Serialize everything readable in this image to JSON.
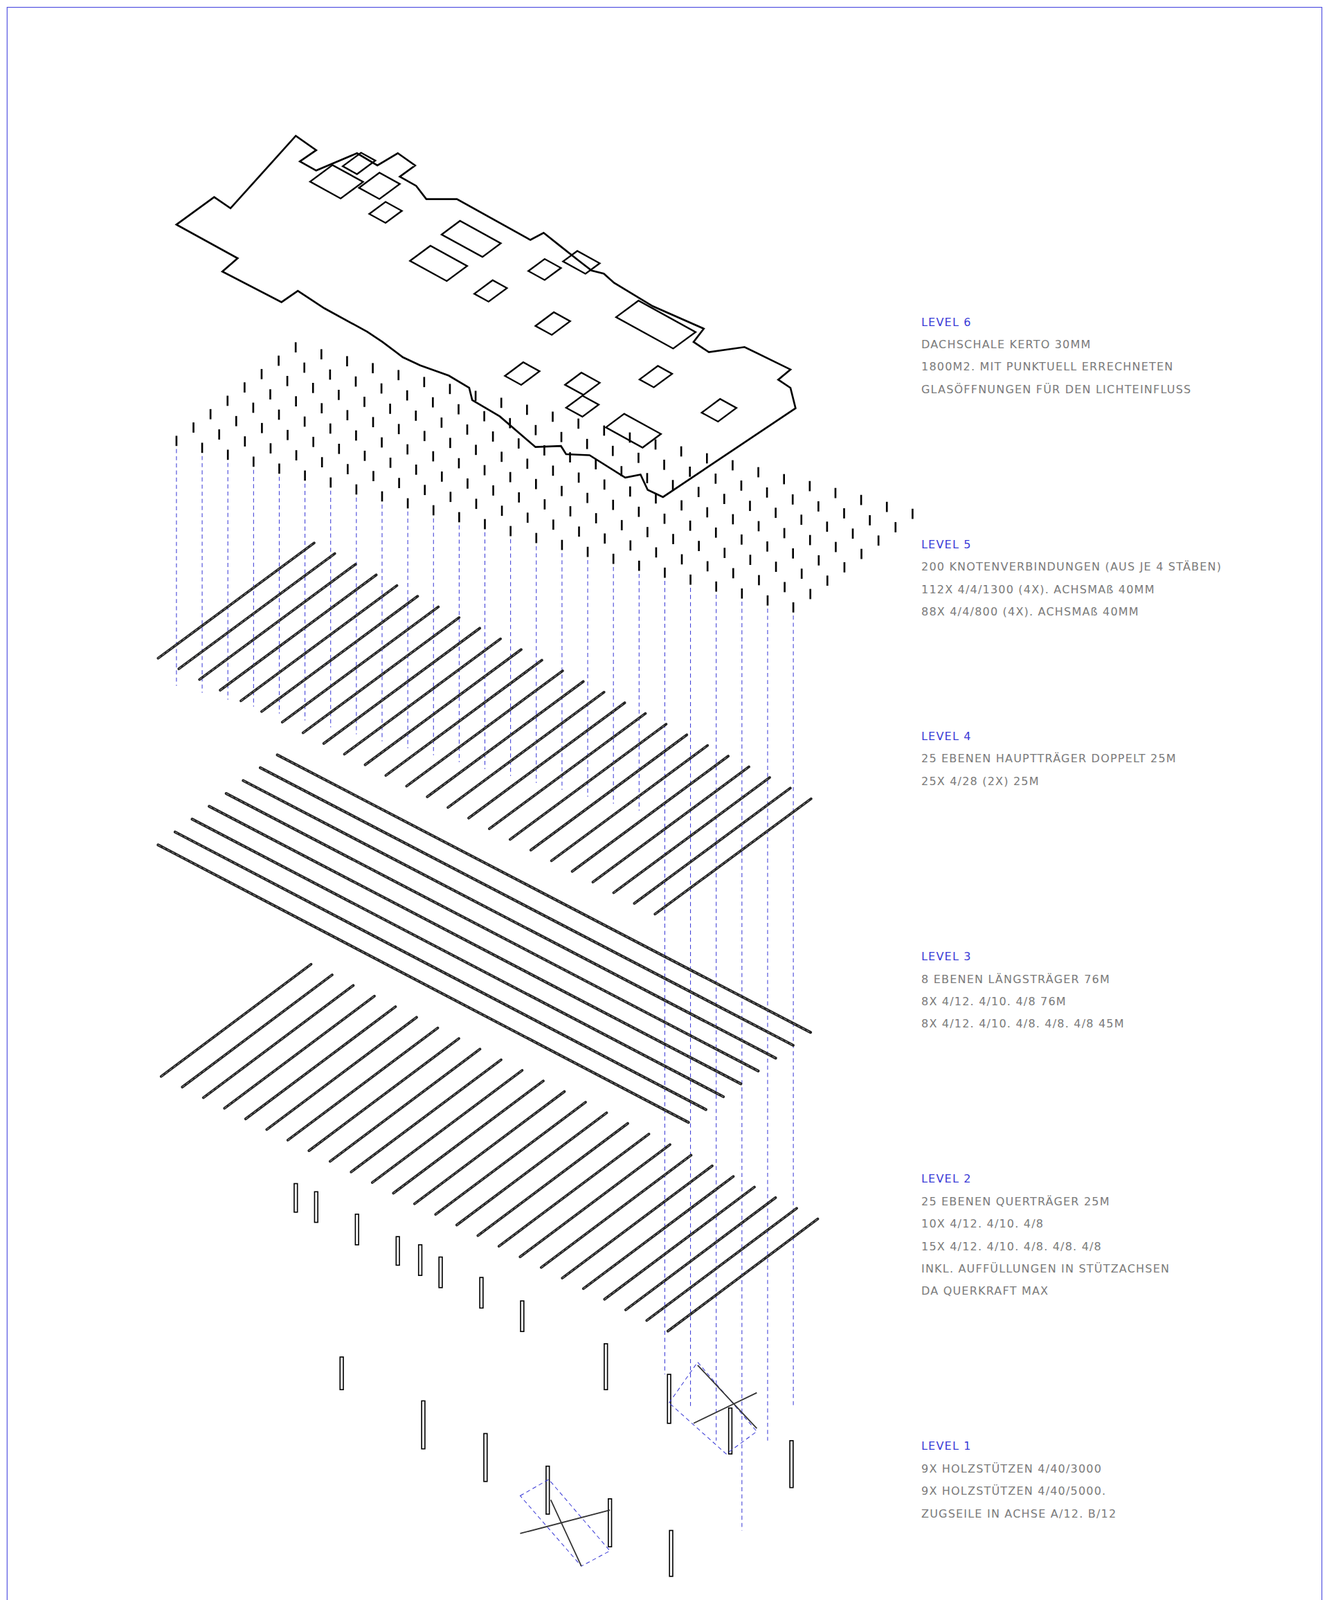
{
  "diagram": {
    "labels": [
      "LEVEL 6",
      "DACHSCHALE KERTO 30MM",
      "1800M2. MIT PUNKTUELL ERRECHNETEN",
      "GLASÖFFNUNGEN FÜR DEN LICHTEINFLUSS",
      "LEVEL 5",
      "200 KNOTENVERBINDUNGEN (AUS JE 4 STÄBEN)",
      "112X 4/4/1300 (4X). ACHSMAß 40MM",
      "88X 4/4/800 (4X). ACHSMAß 40MM",
      "LEVEL 4",
      "25 EBENEN HAUPTTRÄGER DOPPELT 25M",
      "25X 4/28 (2X) 25M",
      "LEVEL 3",
      "8 EBENEN LÄNGSTRÄGER 76M",
      "8X 4/12. 4/10. 4/8 76M",
      "8X 4/12. 4/10. 4/8. 4/8. 4/8 45M",
      "LEVEL 2",
      "25 EBENEN QUERTRÄGER 25M",
      "10X 4/12. 4/10. 4/8",
      "15X 4/12. 4/10. 4/8. 4/8. 4/8",
      "INKL. AUFFÜLLUNGEN IN STÜTZACHSEN",
      "DA QUERKRAFT MAX",
      "LEVEL 1",
      "9X HOLZSTÜTZEN 4/40/3000",
      "9X HOLZSTÜTZEN 4/40/5000.",
      "ZUGSEILE IN ACHSE A/12. B/12"
    ]
  }
}
